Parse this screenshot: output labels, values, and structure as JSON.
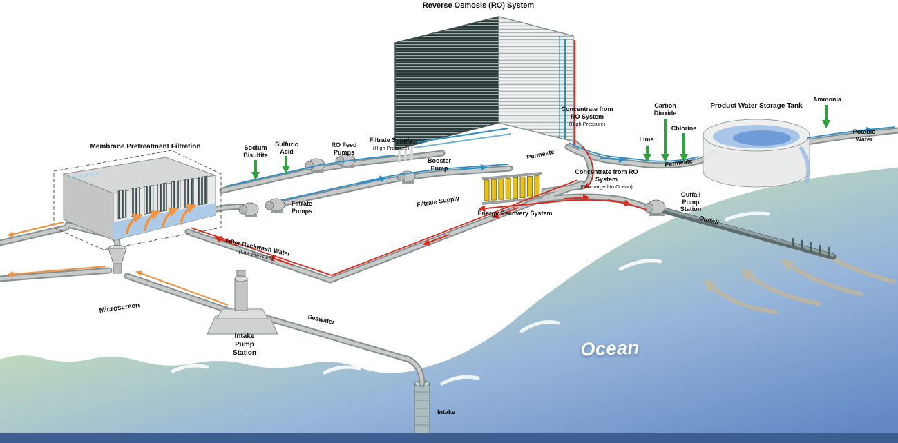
{
  "diagram": {
    "title": "Reverse Osmosis (RO) System",
    "labels": {
      "product_tank": "Product Water Storage Tank",
      "ammonia": "Ammonia",
      "potable_water": "Potable Water",
      "lime": "Lime",
      "carbon_dioxide": "Carbon Dioxide",
      "chlorine": "Chlorine",
      "concentrate_high": "Concentrate from RO System",
      "concentrate_high_note": "(High Pressure)",
      "permeate_a": "Permeate",
      "permeate_b": "Permeate",
      "membrane_pretreatment": "Membrane Pretreatment Filtration",
      "sodium_bisulfite": "Sodium Bisulfite",
      "sulfuric_acid": "Sulfuric Acid",
      "ro_feed_pumps": "RO Feed Pumps",
      "filtrate_supply_high": "Filtrate Supply",
      "filtrate_supply_high_note": "(High Pressure)",
      "booster_pump": "Booster Pump",
      "filtrate_pumps": "Filtrate Pumps",
      "filtrate_supply": "Filtrate Supply",
      "energy_recovery": "Energy Recovery System",
      "concentrate_ocean": "Concentrate from RO System",
      "concentrate_ocean_note": "(Discharged to Ocean)",
      "outfall_pump_station": "Outfall Pump Station",
      "outfall": "Outfall",
      "filter_backwash": "Filter Backwash Water",
      "filter_backwash_note": "(Low Pressure)",
      "microscreen": "Microscreen",
      "intake_pump_station": "Intake Pump Station",
      "seawater": "Seawater",
      "intake": "Intake",
      "ocean": "Ocean"
    },
    "colors": {
      "chemical_arrow_green": "#2fa33c",
      "permeate_blue": "#2d8fc5",
      "concentrate_red": "#d82c20",
      "backwash_orange": "#ef9440",
      "energy_recovery_yellow": "#e5c01e",
      "ocean_green": "#cfe5c6",
      "ocean_blue": "#6f93cd",
      "pipe_gray": "#b4b8b7",
      "footer_navy": "#3c5e90"
    }
  }
}
